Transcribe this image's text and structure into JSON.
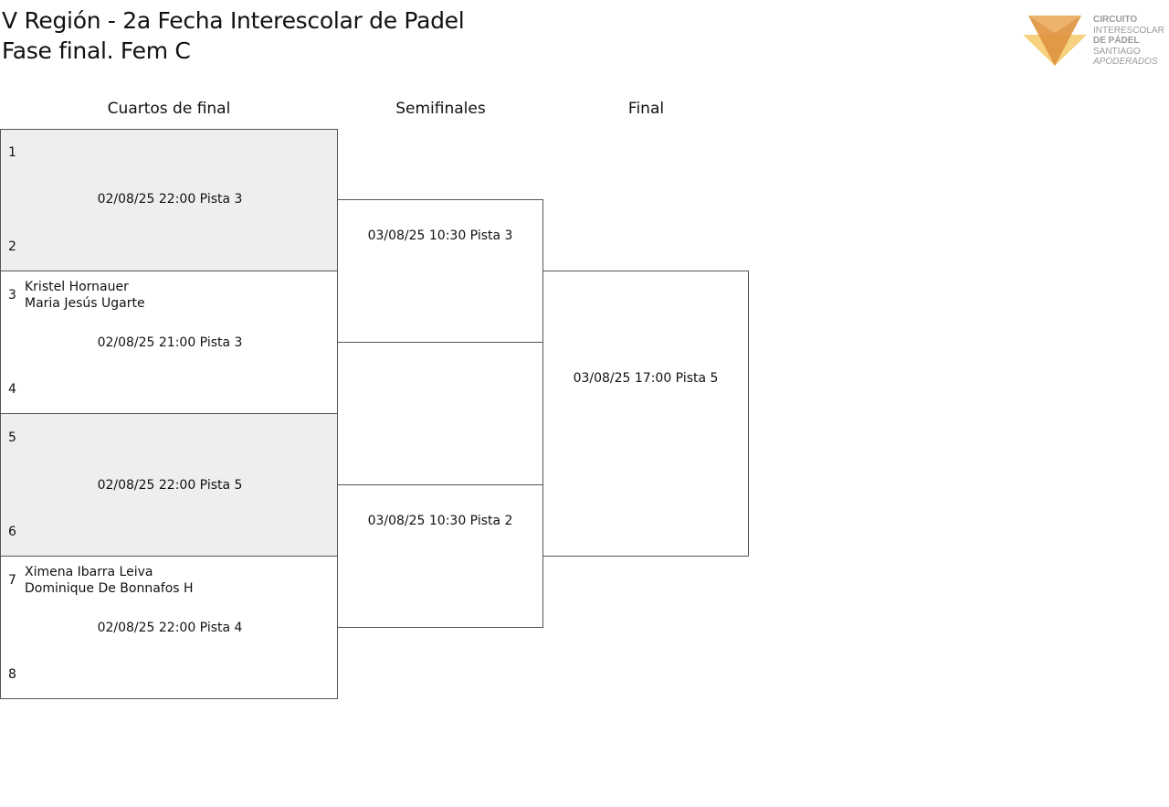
{
  "header": {
    "title_line1": "V Región - 2a Fecha Interescolar de Padel",
    "title_line2": "Fase final. Fem C"
  },
  "logo": {
    "line1": "CIRCUITO",
    "line2": "INTERESCOLAR",
    "line3": "DE PÁDEL",
    "line4": "SANTIAGO",
    "line5": "APODERADOS",
    "colors": [
      "#e8a04a",
      "#f5c96a",
      "#d98a3a"
    ]
  },
  "rounds": {
    "quarters": "Cuartos de final",
    "semis": "Semifinales",
    "final": "Final"
  },
  "quarterfinals": [
    {
      "seed_top": "1",
      "seed_bottom": "2",
      "names": [
        "",
        ""
      ],
      "schedule": "02/08/25 22:00 Pista 3"
    },
    {
      "seed_top": "3",
      "seed_bottom": "4",
      "names": [
        "Kristel Hornauer",
        "Maria Jesús Ugarte"
      ],
      "schedule": "02/08/25 21:00 Pista 3"
    },
    {
      "seed_top": "5",
      "seed_bottom": "6",
      "names": [
        "",
        ""
      ],
      "schedule": "02/08/25 22:00 Pista 5"
    },
    {
      "seed_top": "7",
      "seed_bottom": "8",
      "names": [
        "Ximena Ibarra Leiva",
        "Dominique De Bonnafos H"
      ],
      "schedule": "02/08/25 22:00 Pista 4"
    }
  ],
  "semifinals": [
    {
      "schedule": "03/08/25 10:30 Pista 3"
    },
    {
      "schedule": "03/08/25 10:30 Pista 2"
    }
  ],
  "final": {
    "schedule": "03/08/25 17:00 Pista 5"
  },
  "colors": {
    "shaded_box": "#eeeeee",
    "border": "#555555"
  }
}
